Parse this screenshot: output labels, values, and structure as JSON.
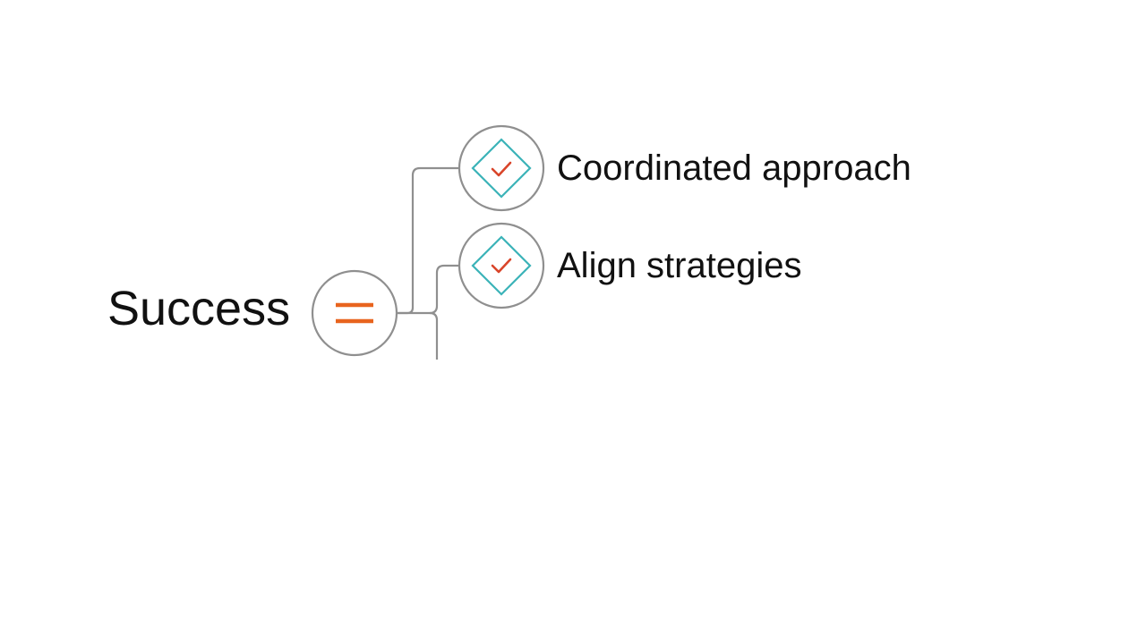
{
  "title": "Success",
  "operator_icon": "equals-icon",
  "items": [
    {
      "label": "Coordinated approach",
      "icon": "diamond-check-icon"
    },
    {
      "label": "Align strategies",
      "icon": "diamond-check-icon"
    }
  ],
  "colors": {
    "line": "#8f8f8f",
    "accent_orange": "#e8641e",
    "diamond_teal": "#3bb3b8",
    "check_red": "#d9452a",
    "text": "#111111"
  }
}
